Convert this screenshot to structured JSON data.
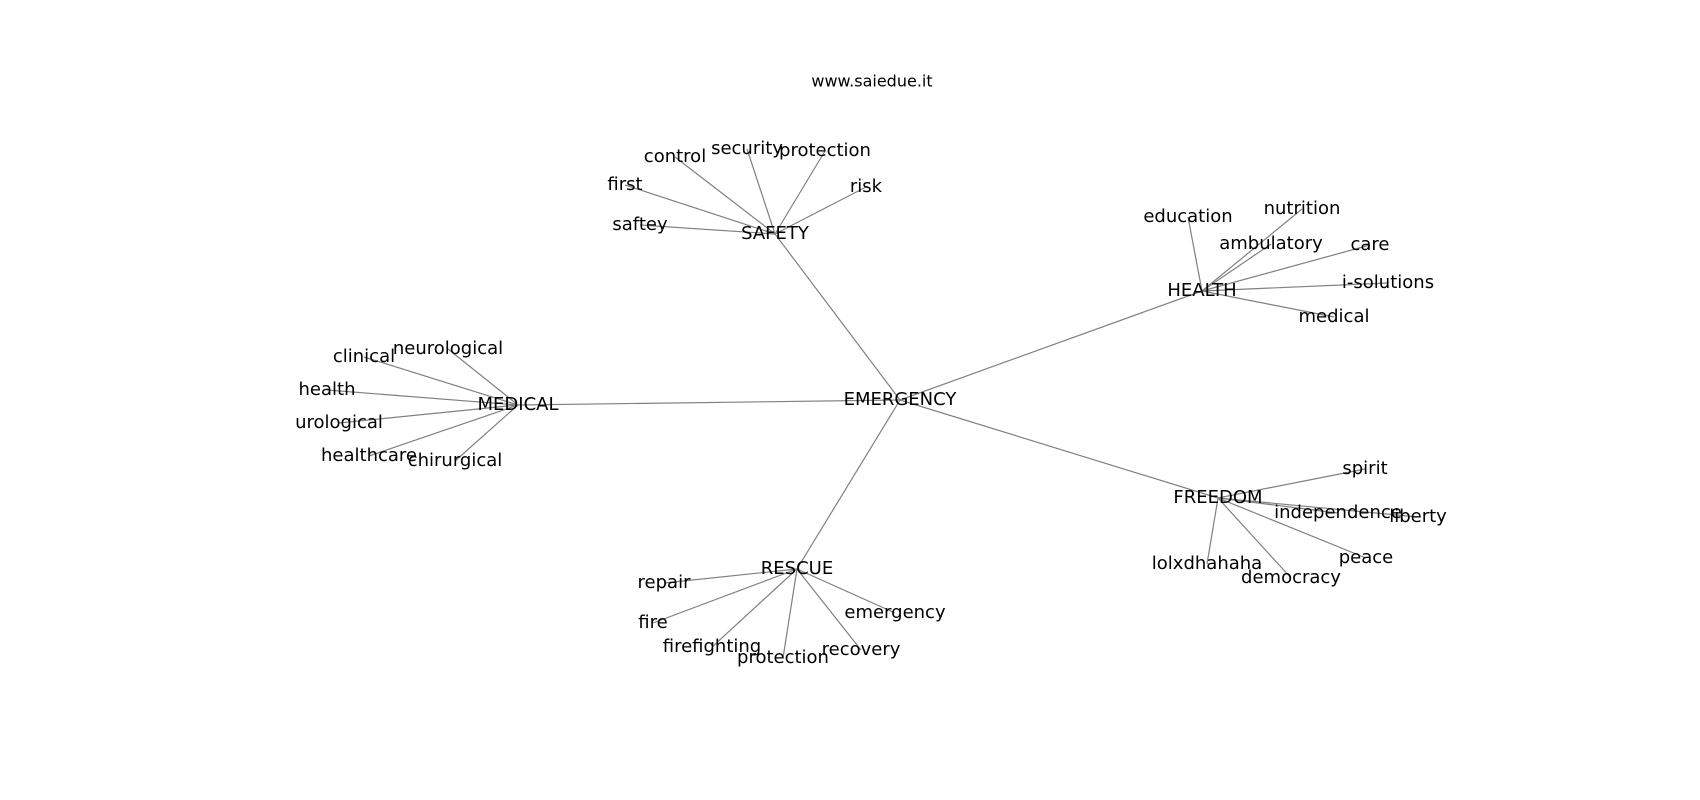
{
  "title": "www.saiedue.it",
  "colors": {
    "edge": "#808080",
    "text": "#000000",
    "background": "#ffffff"
  },
  "nodes": {
    "emergency": "EMERGENCY",
    "safety": "SAFETY",
    "health": "HEALTH",
    "medical": "MEDICAL",
    "freedom": "FREEDOM",
    "rescue": "RESCUE",
    "s_control": "control",
    "s_security": "security",
    "s_protection": "protection",
    "s_risk": "risk",
    "s_first": "first",
    "s_saftey": "saftey",
    "h_education": "education",
    "h_nutrition": "nutrition",
    "h_ambulatory": "ambulatory",
    "h_care": "care",
    "h_isolutions": "i-solutions",
    "h_medical": "medical",
    "m_clinical": "clinical",
    "m_neurological": "neurological",
    "m_health": "health",
    "m_urological": "urological",
    "m_healthcare": "healthcare",
    "m_chirurgical": "chirurgical",
    "f_spirit": "spirit",
    "f_independence": "independence",
    "f_liberty": "liberty",
    "f_peace": "peace",
    "f_lolxdhahaha": "lolxdhahaha",
    "f_democracy": "democracy",
    "r_repair": "repair",
    "r_fire": "fire",
    "r_firefighting": "firefighting",
    "r_protection": "protection",
    "r_recovery": "recovery",
    "r_emergency": "emergency"
  }
}
